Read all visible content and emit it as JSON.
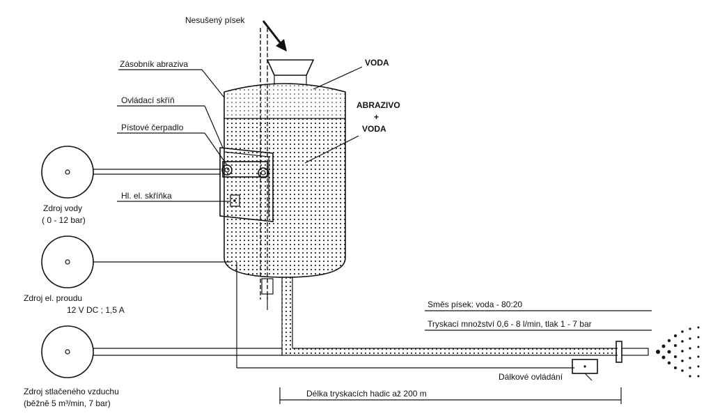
{
  "labels": {
    "dry_sand": "Nesušený písek",
    "abrasive_container": "Zásobník abraziva",
    "control_box": "Ovládací skříň",
    "piston_pump": "Pístové čerpadlo",
    "main_el_box": "Hl. el. skříňka",
    "water_zone": "VODA",
    "abrasive_zone_line1": "ABRAZIVO",
    "abrasive_zone_plus": "+",
    "abrasive_zone_line2": "VODA",
    "water_source": "Zdroj vody",
    "water_source_range": "( 0 - 12 bar)",
    "power_source": "Zdroj el. proudu",
    "power_source_spec": "12 V  DC ; 1,5 A",
    "air_source": "Zdroj stlačeného vzduchu",
    "air_source_spec": "(běžně 5 m³/min, 7 bar)",
    "mix_ratio": "Směs písek: voda - 80:20",
    "blasting_params": "Tryskací množství 0,6 - 8 l/min, tlak 1 - 7 bar",
    "remote_control": "Dálkové ovládání",
    "hose_length": "Délka tryskacích hadic až 200 m"
  }
}
